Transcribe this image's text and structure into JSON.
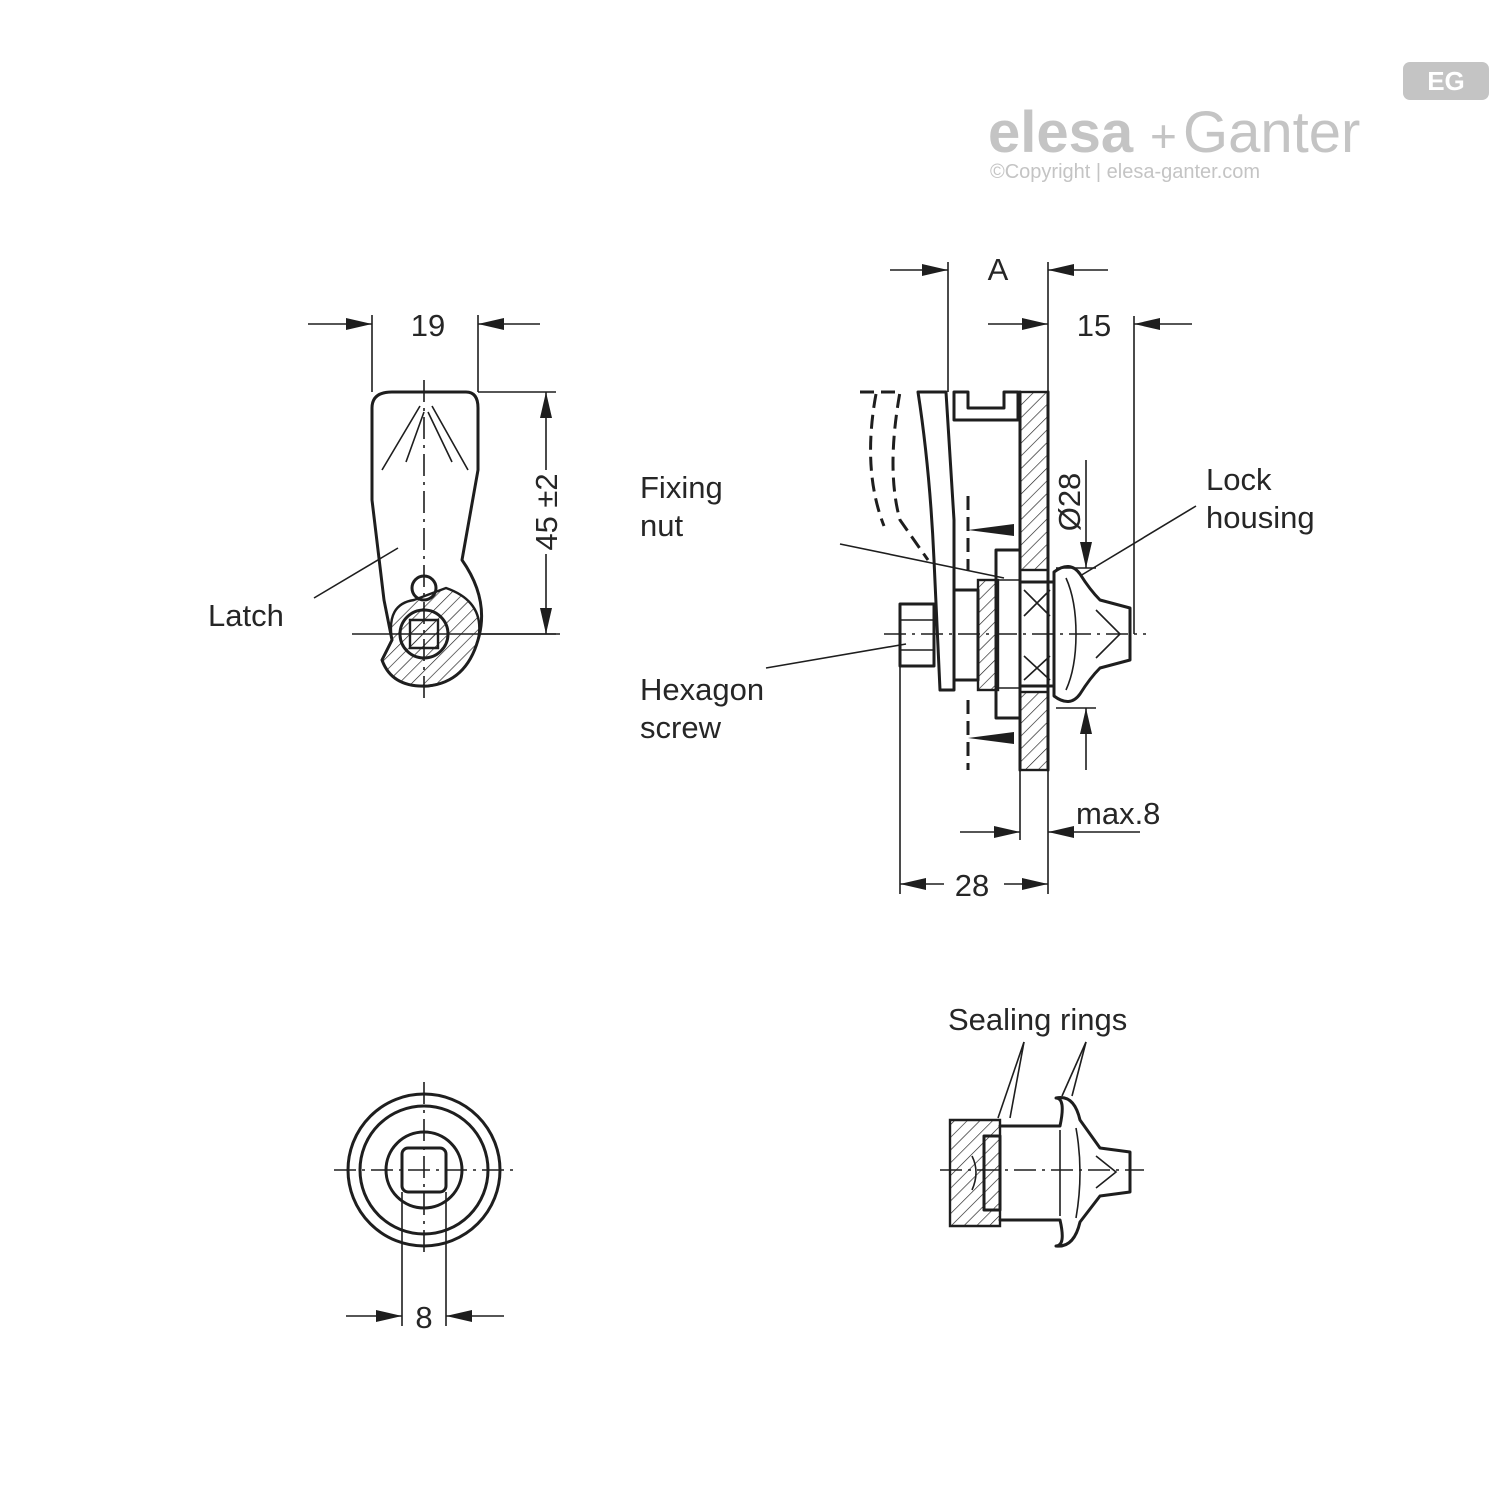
{
  "logo": {
    "brand_left": "elesa",
    "brand_plus": "+",
    "brand_right": "Ganter",
    "badge": "EG",
    "copyright": "©Copyright | elesa-ganter.com",
    "color": "#c4c4c4"
  },
  "labels": {
    "latch": "Latch",
    "fixing_nut_1": "Fixing",
    "fixing_nut_2": "nut",
    "hexagon_screw_1": "Hexagon",
    "hexagon_screw_2": "screw",
    "lock_housing_1": "Lock",
    "lock_housing_2": "housing",
    "sealing_rings": "Sealing rings"
  },
  "dimensions": {
    "latch_width": "19",
    "latch_length": "45 ±2",
    "dim_a": "A",
    "dim_15": "15",
    "diameter": "Ø28",
    "max_thickness": "max.8",
    "overall": "28",
    "square": "8"
  },
  "colors": {
    "line": "#1e1e1e",
    "text": "#262626"
  }
}
